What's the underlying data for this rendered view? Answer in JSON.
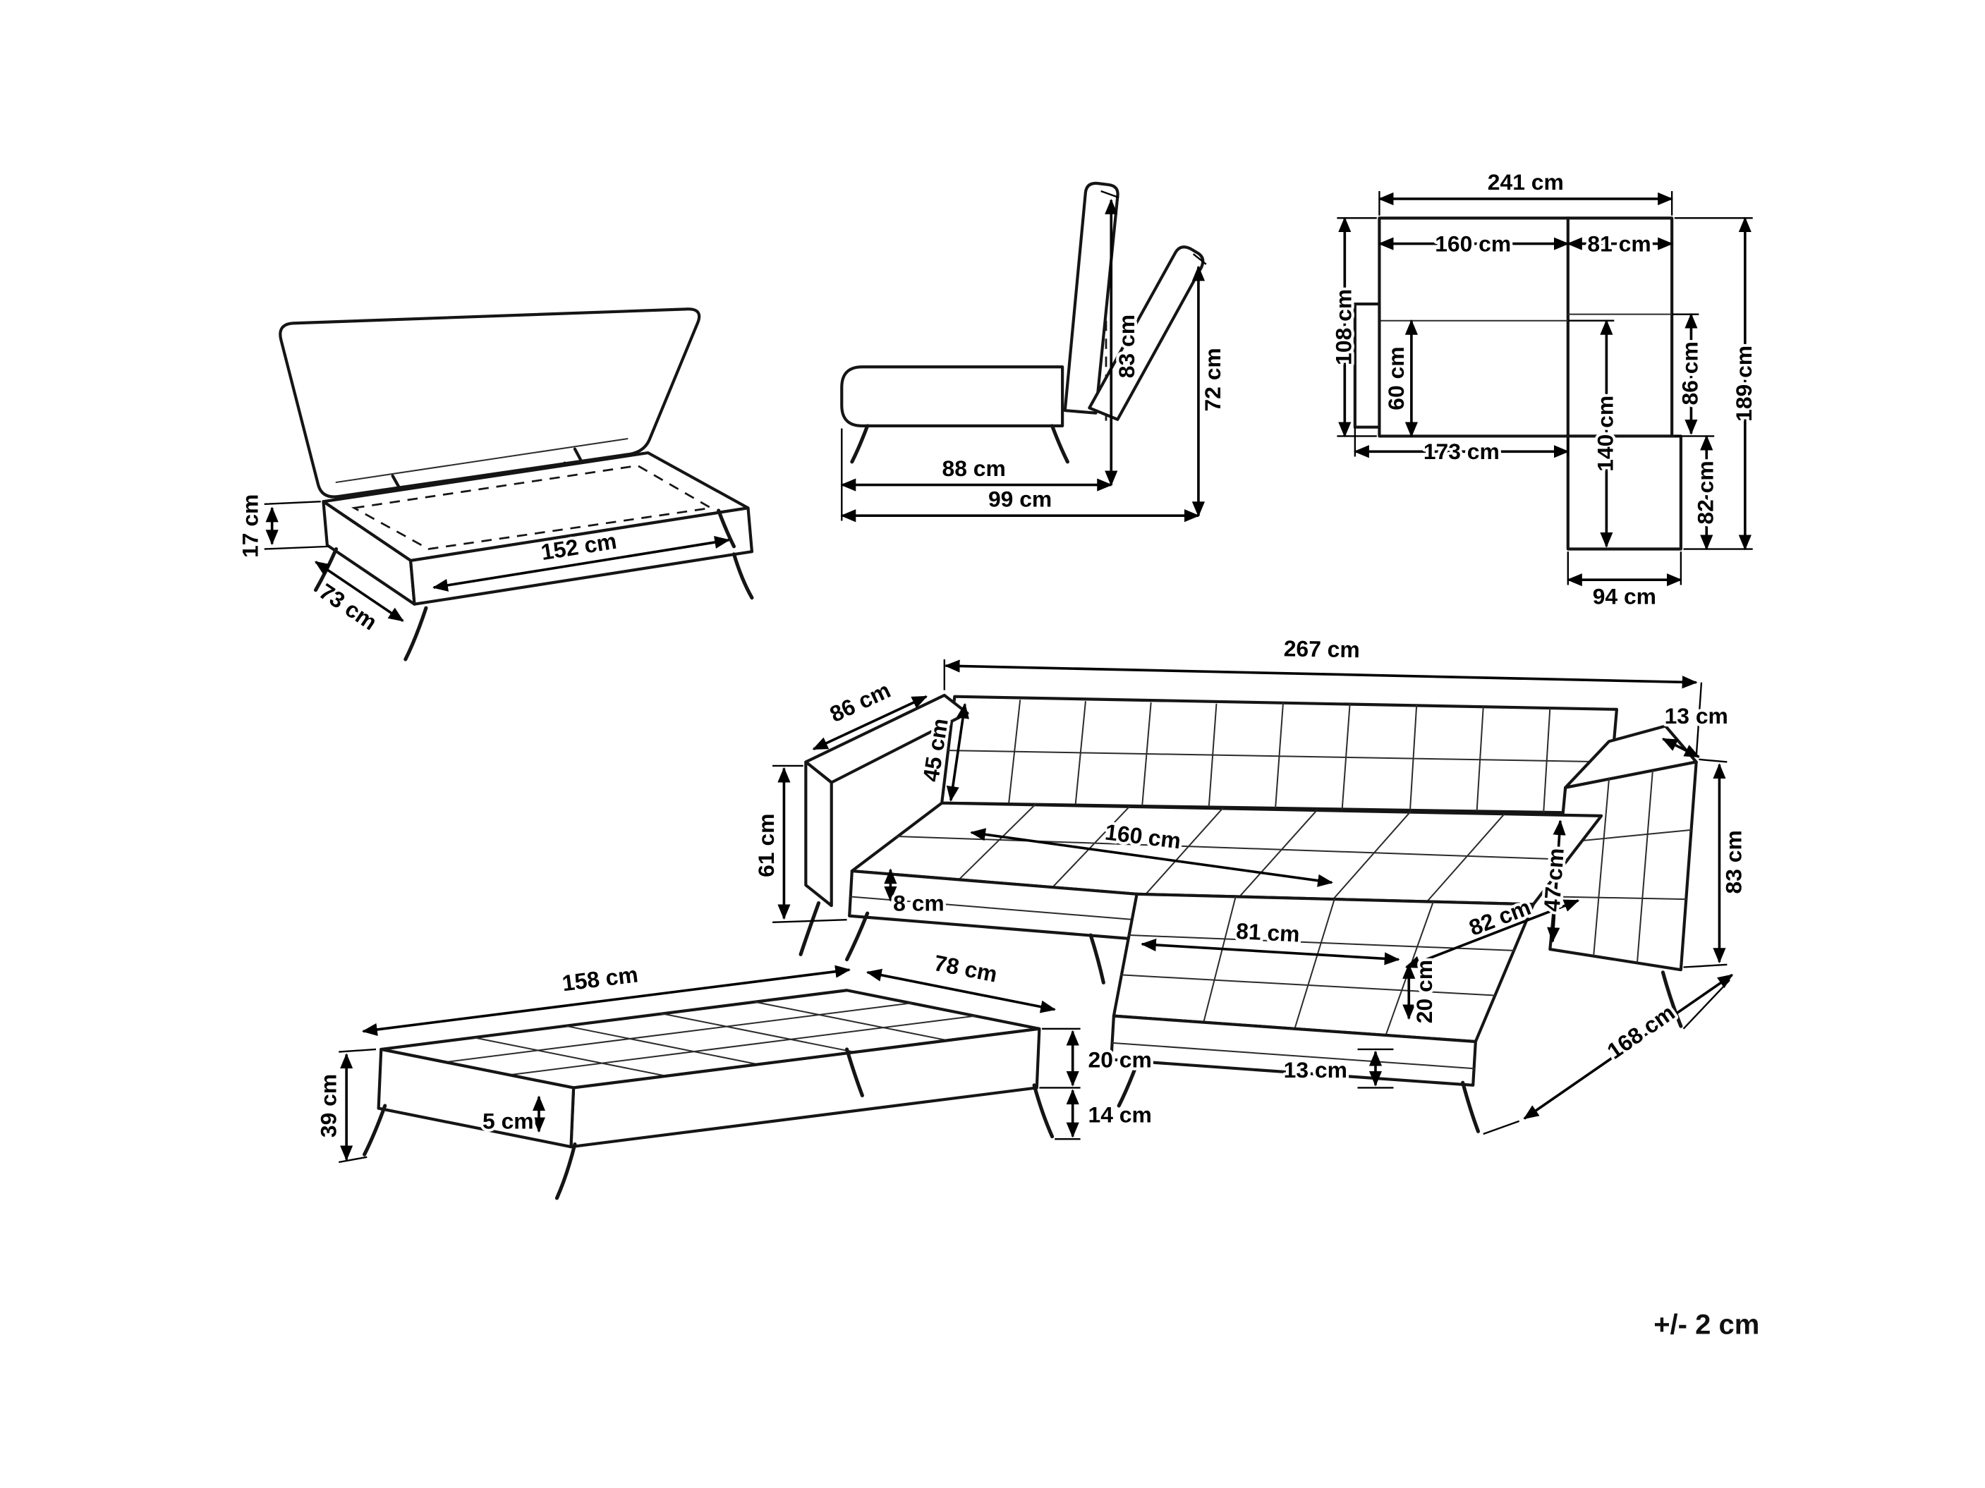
{
  "tolerance": "+/- 2 cm",
  "views": {
    "storage_bench": {
      "labels": {
        "height": "17 cm",
        "depth": "73 cm",
        "width": "152 cm"
      }
    },
    "recliner": {
      "labels": {
        "upright_height": "83 cm",
        "reclined_height": "72 cm",
        "seat_depth": "88 cm",
        "total_depth": "99 cm"
      }
    },
    "floor_plan": {
      "labels": {
        "total_width": "241 cm",
        "left_width": "160 cm",
        "right_width": "81 cm",
        "left_depth": "108 cm",
        "seat_depth": "60 cm",
        "base_width": "173 cm",
        "chaise_length": "140 cm",
        "right_depth": "86 cm",
        "chaise_overhang": "82 cm",
        "chaise_width": "94 cm",
        "total_depth": "189 cm"
      }
    },
    "sofa": {
      "labels": {
        "total_width": "267 cm",
        "armrest_depth": "86 cm",
        "backrest_height": "45 cm",
        "armrest_top_width": "13 cm",
        "seat_height": "61 cm",
        "seat_width": "160 cm",
        "cushion_height": "8 cm",
        "chaise_width": "81 cm",
        "chaise_depth": "82 cm",
        "armrest_inner_height": "47 cm",
        "chaise_cushion_height": "20 cm",
        "armrest_height": "83 cm",
        "leg_height": "13 cm",
        "chaise_total_length": "168 cm"
      }
    },
    "ottoman": {
      "labels": {
        "width": "158 cm",
        "depth": "78 cm",
        "height": "39 cm",
        "tuft_depth": "5 cm",
        "base_height": "20 cm",
        "leg_height": "14 cm"
      }
    }
  }
}
